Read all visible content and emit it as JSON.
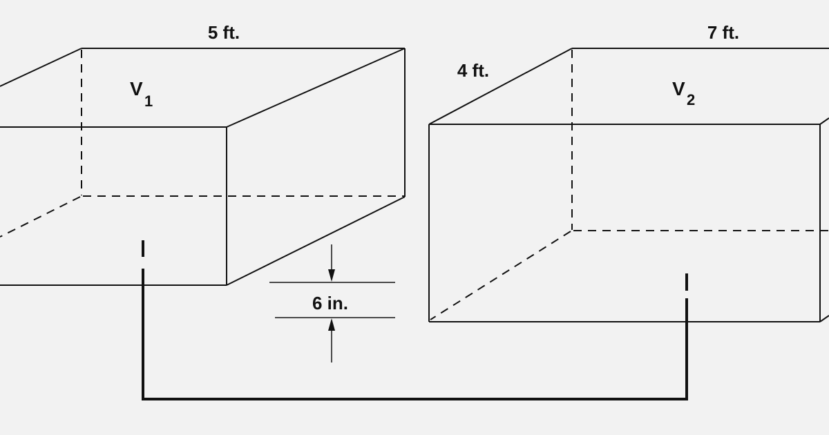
{
  "tank1": {
    "volume_label": "V",
    "volume_subscript": "1",
    "width_label": "5 ft."
  },
  "tank2": {
    "volume_label": "V",
    "volume_subscript": "2",
    "depth_label": "4 ft.",
    "width_label": "7 ft."
  },
  "height_difference_label": "6 in.",
  "colors": {
    "background": "#f2f2f2",
    "line": "#111111"
  }
}
